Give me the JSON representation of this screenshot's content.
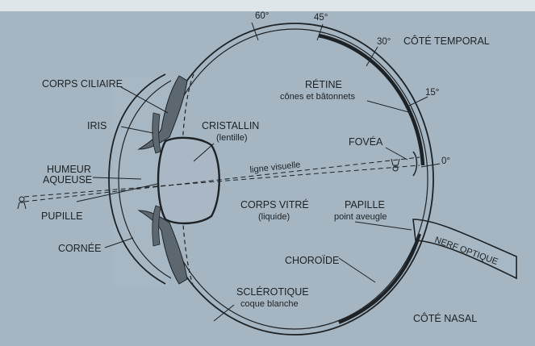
{
  "labels": {
    "cote_temporal": "CÔTÉ TEMPORAL",
    "cote_nasal": "CÔTÉ NASAL",
    "corps_ciliaire": "CORPS CILIAIRE",
    "iris": "IRIS",
    "humeur_aqueuse_1": "HUMEUR",
    "humeur_aqueuse_2": "AQUEUSE",
    "pupille": "PUPILLE",
    "cornee": "CORNÉE",
    "cristallin": "CRISTALLIN",
    "cristallin_sub": "(lentille)",
    "retine": "RÉTINE",
    "retine_sub": "cônes et bâtonnets",
    "fovea": "FOVÉA",
    "ligne_visuelle": "ligne visuelle",
    "corps_vitre": "CORPS VITRÉ",
    "corps_vitre_sub": "(liquide)",
    "papille": "PAPILLE",
    "papille_sub": "point aveugle",
    "nerf_optique": "NERF OPTIQUE",
    "choroide": "CHOROÏDE",
    "sclerotique": "SCLÉROTIQUE",
    "sclerotique_sub": "coque blanche"
  },
  "angles": {
    "a60": "60°",
    "a45": "45°",
    "a30": "30°",
    "a15": "15°",
    "a0": "0°"
  },
  "colors": {
    "background": "#a7b7c3",
    "panel": "#a9b8c4",
    "ink": "#1d2226",
    "ciliary_fill": "#5c6770"
  }
}
